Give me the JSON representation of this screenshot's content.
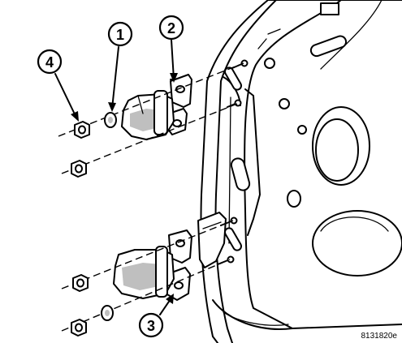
{
  "callouts": [
    {
      "id": "callout-1",
      "number": "1",
      "meaning": "washer"
    },
    {
      "id": "callout-2",
      "number": "2",
      "meaning": "upper hinge"
    },
    {
      "id": "callout-3",
      "number": "3",
      "meaning": "lower hinge"
    },
    {
      "id": "callout-4",
      "number": "4",
      "meaning": "nut"
    }
  ],
  "figure_id": "8131820e"
}
